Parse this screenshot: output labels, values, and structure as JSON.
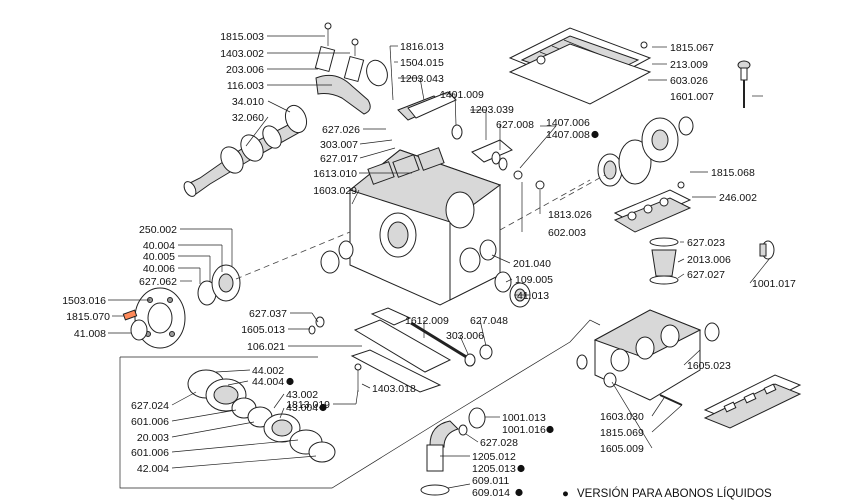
{
  "labels": [
    {
      "id": "1815.003",
      "text": "1815.003",
      "bullet": false
    },
    {
      "id": "1403.002",
      "text": "1403.002",
      "bullet": false
    },
    {
      "id": "203.006",
      "text": "203.006",
      "bullet": false
    },
    {
      "id": "116.003",
      "text": "116.003",
      "bullet": false
    },
    {
      "id": "34.010",
      "text": "34.010",
      "bullet": false
    },
    {
      "id": "32.060",
      "text": "32.060",
      "bullet": false
    },
    {
      "id": "1816.013",
      "text": "1816.013",
      "bullet": false
    },
    {
      "id": "1504.015",
      "text": "1504.015",
      "bullet": false
    },
    {
      "id": "1203.043",
      "text": "1203.043",
      "bullet": false
    },
    {
      "id": "1401.009",
      "text": "1401.009",
      "bullet": false
    },
    {
      "id": "1203.039",
      "text": "1203.039",
      "bullet": false
    },
    {
      "id": "627.026",
      "text": "627.026",
      "bullet": false
    },
    {
      "id": "303.007",
      "text": "303.007",
      "bullet": false
    },
    {
      "id": "627.017",
      "text": "627.017",
      "bullet": false
    },
    {
      "id": "627.008",
      "text": "627.008",
      "bullet": false
    },
    {
      "id": "1407.006",
      "text": "1407.006",
      "bullet": false
    },
    {
      "id": "1407.008",
      "text": "1407.008",
      "bullet": true
    },
    {
      "id": "1613.010",
      "text": "1613.010",
      "bullet": false
    },
    {
      "id": "1603.029",
      "text": "1603.029",
      "bullet": false
    },
    {
      "id": "1815.067",
      "text": "1815.067",
      "bullet": false
    },
    {
      "id": "213.009",
      "text": "213.009",
      "bullet": false
    },
    {
      "id": "603.026",
      "text": "603.026",
      "bullet": false
    },
    {
      "id": "1601.007",
      "text": "1601.007",
      "bullet": false
    },
    {
      "id": "1815.068",
      "text": "1815.068",
      "bullet": false
    },
    {
      "id": "246.002",
      "text": "246.002",
      "bullet": false
    },
    {
      "id": "1813.026",
      "text": "1813.026",
      "bullet": false
    },
    {
      "id": "602.003",
      "text": "602.003",
      "bullet": false
    },
    {
      "id": "250.002",
      "text": "250.002",
      "bullet": false
    },
    {
      "id": "40.004",
      "text": "40.004",
      "bullet": false
    },
    {
      "id": "40.005",
      "text": "40.005",
      "bullet": false
    },
    {
      "id": "40.006",
      "text": "40.006",
      "bullet": false
    },
    {
      "id": "627.062",
      "text": "627.062",
      "bullet": false
    },
    {
      "id": "1503.016",
      "text": "1503.016",
      "bullet": false
    },
    {
      "id": "1815.070",
      "text": "1815.070",
      "bullet": false
    },
    {
      "id": "41.008",
      "text": "41.008",
      "bullet": false
    },
    {
      "id": "627.023",
      "text": "627.023",
      "bullet": false
    },
    {
      "id": "2013.006",
      "text": "2013.006",
      "bullet": false
    },
    {
      "id": "627.027",
      "text": "627.027",
      "bullet": false
    },
    {
      "id": "1001.017",
      "text": "1001.017",
      "bullet": false
    },
    {
      "id": "201.040",
      "text": "201.040",
      "bullet": false
    },
    {
      "id": "109.005",
      "text": "109.005",
      "bullet": false
    },
    {
      "id": "41.013",
      "text": "41.013",
      "bullet": false
    },
    {
      "id": "627.037",
      "text": "627.037",
      "bullet": false
    },
    {
      "id": "1605.013",
      "text": "1605.013",
      "bullet": false
    },
    {
      "id": "106.021",
      "text": "106.021",
      "bullet": false
    },
    {
      "id": "1612.009",
      "text": "1612.009",
      "bullet": false
    },
    {
      "id": "303.006",
      "text": "303.006",
      "bullet": false
    },
    {
      "id": "627.048",
      "text": "627.048",
      "bullet": false
    },
    {
      "id": "44.002",
      "text": "44.002",
      "bullet": false
    },
    {
      "id": "44.004",
      "text": "44.004",
      "bullet": true
    },
    {
      "id": "43.002",
      "text": "43.002",
      "bullet": false
    },
    {
      "id": "43.004",
      "text": "43.004",
      "bullet": true
    },
    {
      "id": "627.024",
      "text": "627.024",
      "bullet": false
    },
    {
      "id": "601.006a",
      "text": "601.006",
      "bullet": false
    },
    {
      "id": "20.003",
      "text": "20.003",
      "bullet": false
    },
    {
      "id": "601.006b",
      "text": "601.006",
      "bullet": false
    },
    {
      "id": "42.004",
      "text": "42.004",
      "bullet": false
    },
    {
      "id": "1403.018",
      "text": "1403.018",
      "bullet": false
    },
    {
      "id": "1813.019",
      "text": "1813.019",
      "bullet": false
    },
    {
      "id": "1001.013",
      "text": "1001.013",
      "bullet": false
    },
    {
      "id": "1001.016",
      "text": "1001.016",
      "bullet": true
    },
    {
      "id": "627.028",
      "text": "627.028",
      "bullet": false
    },
    {
      "id": "1205.012",
      "text": "1205.012",
      "bullet": false
    },
    {
      "id": "1205.013",
      "text": "1205.013",
      "bullet": true
    },
    {
      "id": "609.011",
      "text": "609.011",
      "bullet": false
    },
    {
      "id": "609.014",
      "text": "609.014",
      "bullet": true
    },
    {
      "id": "1605.023",
      "text": "1605.023",
      "bullet": false
    },
    {
      "id": "1603.030",
      "text": "1603.030",
      "bullet": false
    },
    {
      "id": "1815.069",
      "text": "1815.069",
      "bullet": false
    },
    {
      "id": "1605.009",
      "text": "1605.009",
      "bullet": false
    }
  ],
  "footnote": {
    "bullet": "●",
    "text": "VERSIÓN PARA ABONOS LÍQUIDOS"
  }
}
